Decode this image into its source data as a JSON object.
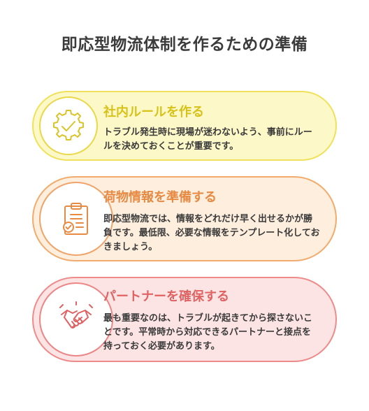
{
  "title": "即応型物流体制を作るための準備",
  "cards": [
    {
      "heading": "社内ルールを作る",
      "body": "トラブル発生時に現場が迷わないよう、事前にルールを決めておくことが重要です。",
      "icon": "gear-check-icon",
      "color": "#d8c21a"
    },
    {
      "heading": "荷物情報を準備する",
      "body": "即応型物流では、情報をどれだけ早く出せるかが勝負です。最低限、必要な情報をテンプレート化しておきましょう。",
      "icon": "clipboard-check-icon",
      "color": "#e78a43"
    },
    {
      "heading": "パートナーを確保する",
      "body": "最も重要なのは、トラブルが起きてから探さないことです。平常時から対応できるパートナーと接点を持っておく必要があります。",
      "icon": "handshake-icon",
      "color": "#e06262"
    }
  ]
}
